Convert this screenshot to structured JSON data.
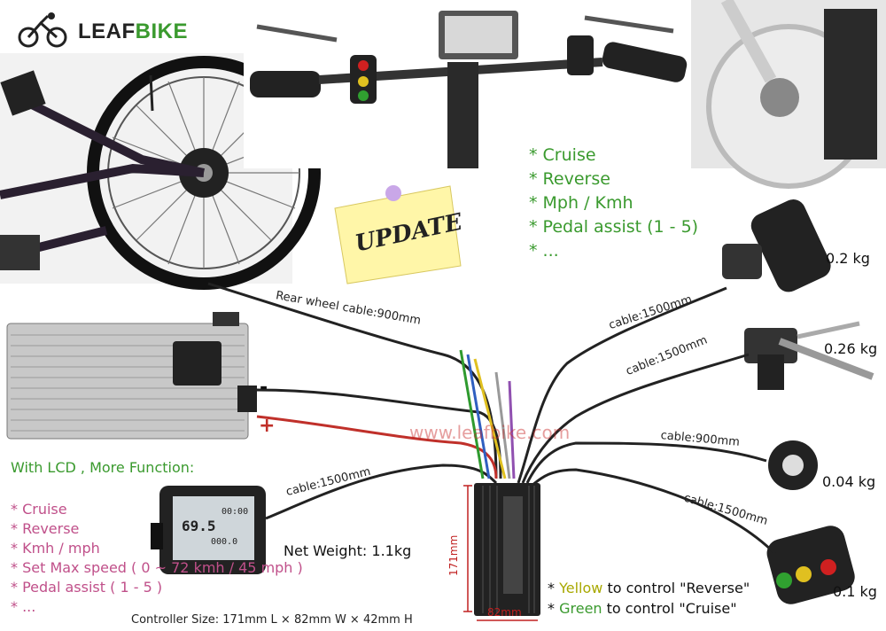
{
  "brand": {
    "name_part1": "LEAF",
    "name_part2": "BIKE"
  },
  "display_features": [
    "* Cruise",
    "* Reverse",
    "* Mph / Kmh",
    "* Pedal assist (1 - 5)",
    "* ..."
  ],
  "update_note": "UPDATE",
  "lcd_section": {
    "heading": "With LCD , More Function:",
    "items": [
      "* Cruise",
      "* Reverse",
      "* Kmh / mph",
      "* Set Max speed ( 0 ~ 72 kmh / 45 mph )",
      "* Pedal assist ( 1 - 5 )",
      "* ..."
    ]
  },
  "lcd_screen": {
    "speed": "69.5",
    "top_digits": "00:00",
    "bottom_digits": "000.0"
  },
  "cables": {
    "rear_wheel": "Rear wheel cable:900mm",
    "throttle": "cable:1500mm",
    "brake": "cable:1500mm",
    "pas": "cable:900mm",
    "switch": "cable:1500mm",
    "lcd": "cable:1500mm"
  },
  "weights": {
    "throttle": "0.2 kg",
    "brake": "0.26 kg",
    "pas": "0.04 kg",
    "switch": "0.1 kg",
    "net": "Net Weight: 1.1kg"
  },
  "battery": {
    "minus": "-",
    "plus": "+"
  },
  "watermark": "www.leafbike.com",
  "controller": {
    "height_label": "171mm",
    "width_label": "82mm",
    "size": "Controller Size: 171mm L × 82mm W × 42mm H"
  },
  "notes": {
    "yellow_prefix": "* ",
    "yellow_word": "Yellow",
    "yellow_rest": " to control \"Reverse\"",
    "green_prefix": "* ",
    "green_word": "Green",
    "green_rest": " to control \"Cruise\""
  },
  "colors": {
    "green": "#3a9a2e",
    "pink": "#c0508a",
    "wire_red": "#c0302a",
    "wire_black": "#222222"
  }
}
